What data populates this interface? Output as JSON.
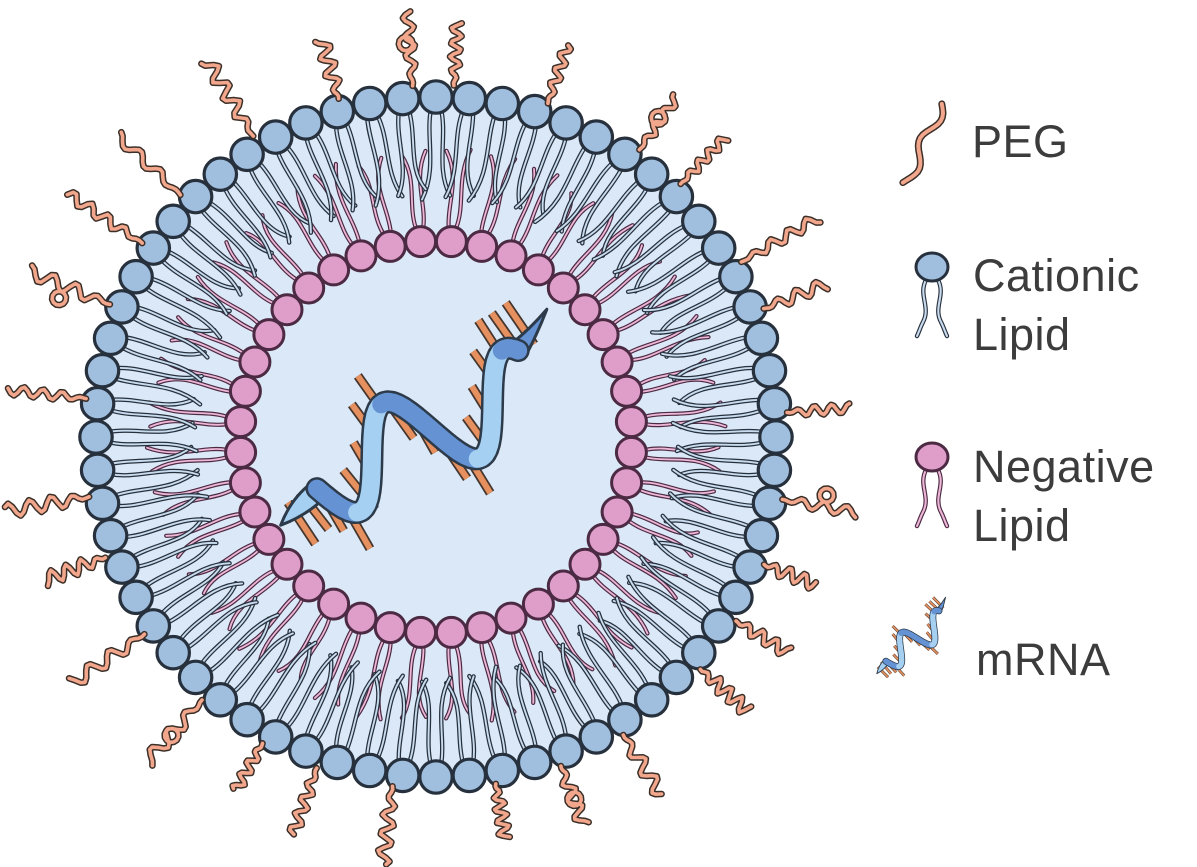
{
  "diagram": {
    "name": "mrna-lipid-nanoparticle-cross-section",
    "counts": {
      "cationic_lipids": 64,
      "negative_lipids": 40,
      "peg_chains": 28,
      "mrna_base_pairs": 18
    },
    "colors": {
      "page_bg": "#ffffff",
      "core": "#dbe8f7",
      "cationic_head": "#a0bede",
      "cationic_tail": "#c9dbee",
      "cationic_outline": "#27313d",
      "negative_head": "#de9ec9",
      "negative_tail": "#edb7d7",
      "negative_outline": "#4c2a43",
      "peg": "#f2a78d",
      "peg_outline": "#3b2f28",
      "rna_light": "#a5d0f2",
      "rna_mid": "#6492d3",
      "rna_outline": "#2c3a49",
      "base_pair": "#e5905e",
      "base_pair_outline": "#45362e",
      "text": "#3c3c3c"
    }
  },
  "legend": {
    "items": [
      {
        "id": "peg",
        "icon": "peg-icon",
        "lines": [
          "PEG"
        ]
      },
      {
        "id": "cationic-lipid",
        "icon": "cationic-lipid-icon",
        "lines": [
          "Cationic",
          "Lipid"
        ]
      },
      {
        "id": "negative-lipid",
        "icon": "negative-lipid-icon",
        "lines": [
          "Negative",
          "Lipid"
        ]
      },
      {
        "id": "mrna",
        "icon": "mrna-icon",
        "lines": [
          "mRNA"
        ]
      }
    ]
  }
}
